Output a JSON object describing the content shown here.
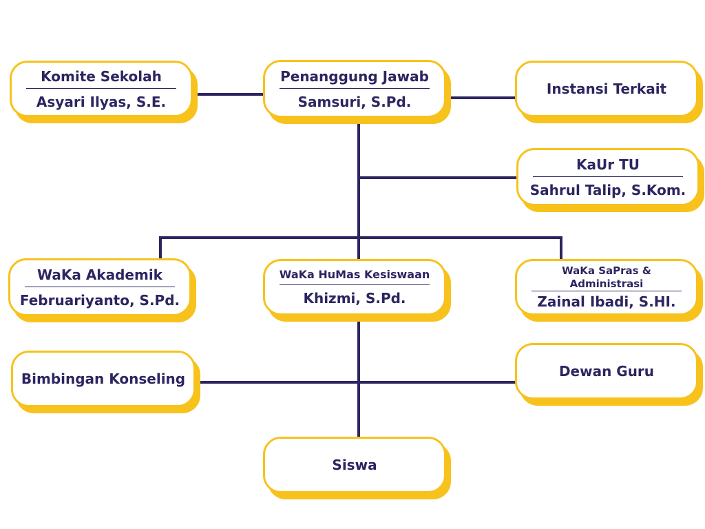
{
  "nodes": {
    "komite": {
      "title": "Komite Sekolah",
      "name": "Asyari Ilyas, S.E."
    },
    "penanggung": {
      "title": "Penanggung Jawab",
      "name": "Samsuri, S.Pd."
    },
    "instansi": {
      "title": "Instansi Terkait"
    },
    "kaur": {
      "title": "KaUr TU",
      "name": "Sahrul Talip, S.Kom."
    },
    "akademik": {
      "title": "WaKa Akademik",
      "name": "Februariyanto, S.Pd."
    },
    "humas": {
      "title": "WaKa HuMas Kesiswaan",
      "name": "Khizmi, S.Pd."
    },
    "sapras": {
      "title_line1": "WaKa SaPras &",
      "title_line2": "Administrasi",
      "name": "Zainal Ibadi, S.HI."
    },
    "bk": {
      "title": "Bimbingan Konseling"
    },
    "dewan": {
      "title": "Dewan Guru"
    },
    "siswa": {
      "title": "Siswa"
    }
  },
  "colors": {
    "line": "#2b2560",
    "accent": "#f7c21c",
    "text": "#2b2560"
  }
}
